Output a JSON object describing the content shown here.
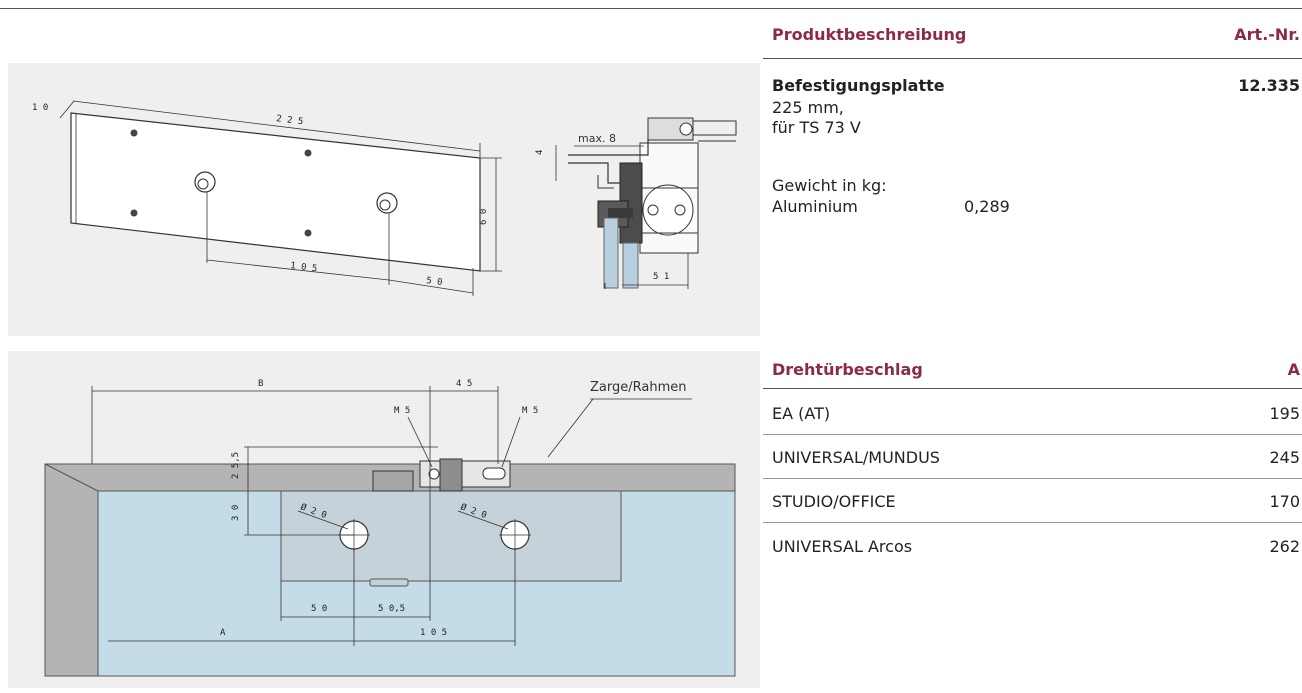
{
  "product": {
    "header_desc": "Produktbeschreibung",
    "header_art": "Art.-Nr.",
    "name": "Befestigungsplatte",
    "art_nr": "12.335",
    "line1": "225 mm,",
    "line2": "für TS 73 V",
    "weight_label": "Gewicht in kg:",
    "material": "Aluminium",
    "weight_value": "0,289"
  },
  "fitting_table": {
    "header_left": "Drehtürbeschlag",
    "header_right": "A",
    "rows": [
      {
        "name": "EA (AT)",
        "value": "195"
      },
      {
        "name": "UNIVERSAL/MUNDUS",
        "value": "245"
      },
      {
        "name": "STUDIO/OFFICE",
        "value": "170"
      },
      {
        "name": "UNIVERSAL Arcos",
        "value": "262"
      }
    ]
  },
  "drawing1": {
    "dim_10": "1 0",
    "dim_225": "2 2 5",
    "dim_60": "6 0",
    "dim_105": "1 0 5",
    "dim_50": "5 0",
    "dim_max8": "max. 8",
    "dim_4": "4",
    "dim_51": "5 1"
  },
  "drawing2": {
    "frame_label": "Zarge/Rahmen",
    "dim_B": "B",
    "dim_45": "4 5",
    "dim_m5a": "M 5",
    "dim_m5b": "M 5",
    "dim_255": "2 5,5",
    "dim_30": "3 0",
    "dim_o20a": "Ø 2 0",
    "dim_o20b": "Ø 2 0",
    "dim_50": "5 0",
    "dim_505": "5 0,5",
    "dim_A": "A",
    "dim_105": "1 0 5"
  },
  "colors": {
    "accent": "#8b2a4c",
    "glass": "#c4dbe8",
    "frame": "#b4b4b4",
    "panel": "#efefef"
  }
}
